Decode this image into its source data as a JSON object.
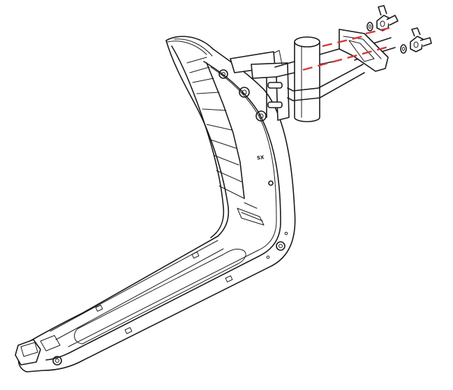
{
  "diagram": {
    "parts": [
      {
        "id": "speaker-enclosure"
      },
      {
        "id": "mounting-bracket"
      },
      {
        "id": "mounting-pole"
      },
      {
        "id": "u-bolt"
      },
      {
        "id": "clamp-plate"
      },
      {
        "id": "washer"
      },
      {
        "id": "wing-nut"
      }
    ],
    "label_text": "SX",
    "colors": {
      "line": "#1a1a1a",
      "guide": "#d33a3a",
      "background": "#ffffff"
    }
  }
}
